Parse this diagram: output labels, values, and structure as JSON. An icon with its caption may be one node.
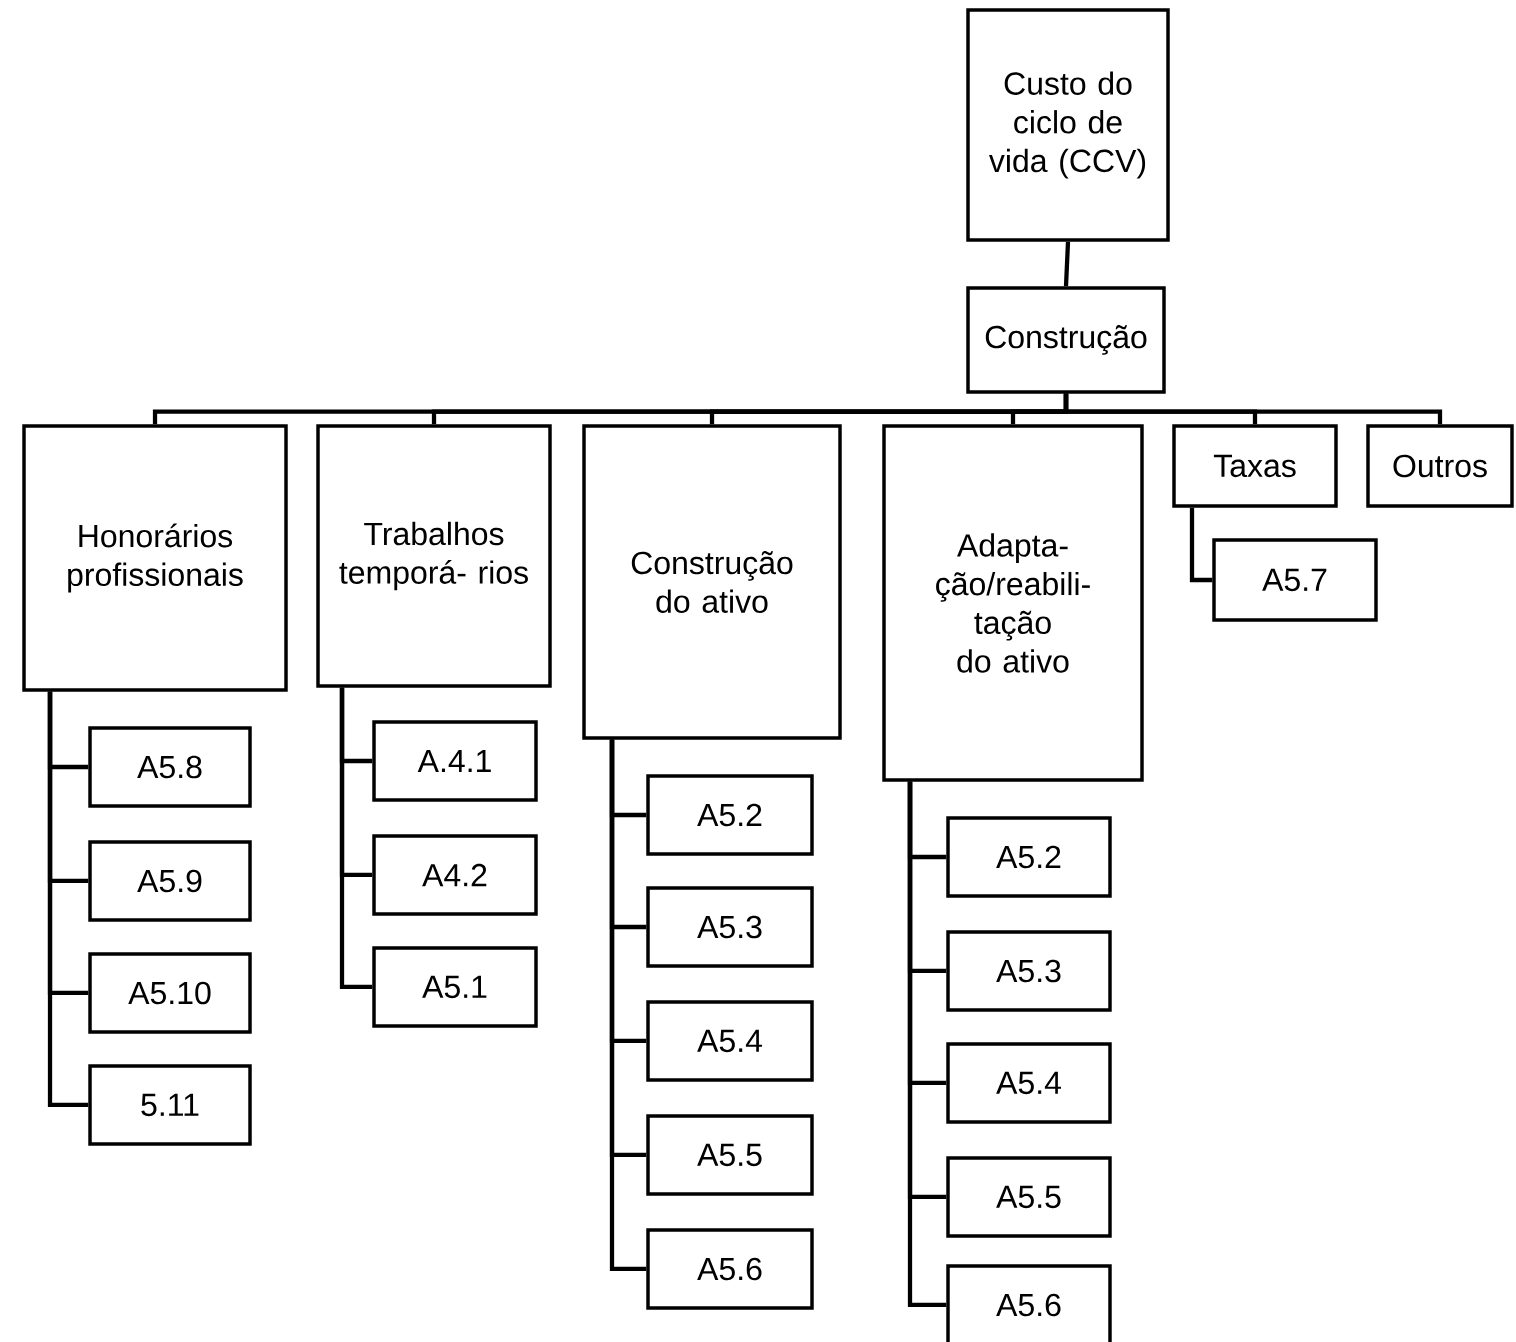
{
  "diagram": {
    "nodes": [
      {
        "text": [
          "Custo do ciclo de vida (CCV)"
        ]
      },
      {
        "text": [
          "Construção"
        ]
      },
      {
        "text": [
          "Honorários profissionais"
        ]
      },
      {
        "text": [
          "Trabalhos temporá- rios"
        ]
      },
      {
        "text": [
          "Construção do ativo"
        ]
      },
      {
        "text": [
          "Adapta- ção/reabili- tação do ativo"
        ]
      },
      {
        "text": [
          "Taxas"
        ]
      },
      {
        "text": [
          "Outros"
        ]
      },
      {
        "text": [
          "A5.8"
        ]
      },
      {
        "text": [
          "A5.9"
        ]
      },
      {
        "text": [
          "A5.10"
        ]
      },
      {
        "text": [
          "5.11"
        ]
      },
      {
        "text": [
          "A.4.1"
        ]
      },
      {
        "text": [
          "A4.2"
        ]
      },
      {
        "text": [
          "A5.1"
        ]
      },
      {
        "text": [
          "A5.2"
        ]
      },
      {
        "text": [
          "A5.3"
        ]
      },
      {
        "text": [
          "A5.4"
        ]
      },
      {
        "text": [
          "A5.5"
        ]
      },
      {
        "text": [
          "A5.6"
        ]
      },
      {
        "text": [
          "A5.2"
        ]
      },
      {
        "text": [
          "A5.3"
        ]
      },
      {
        "text": [
          "A5.4"
        ]
      },
      {
        "text": [
          "A5.5"
        ]
      },
      {
        "text": [
          "A5.6"
        ]
      },
      {
        "text": [
          "A5.7"
        ]
      }
    ],
    "edges": [
      {
        "from": 0,
        "to": 1,
        "arrow": "none"
      },
      {
        "from": 1,
        "to": 2,
        "arrow": "none"
      },
      {
        "from": 1,
        "to": 3,
        "arrow": "none"
      },
      {
        "from": 1,
        "to": 4,
        "arrow": "none"
      },
      {
        "from": 1,
        "to": 5,
        "arrow": "none"
      },
      {
        "from": 1,
        "to": 6,
        "arrow": "none"
      },
      {
        "from": 1,
        "to": 7,
        "arrow": "none"
      },
      {
        "from": 2,
        "to": 8,
        "arrow": "none"
      },
      {
        "from": 2,
        "to": 9,
        "arrow": "none"
      },
      {
        "from": 2,
        "to": 10,
        "arrow": "none"
      },
      {
        "from": 2,
        "to": 11,
        "arrow": "none"
      },
      {
        "from": 3,
        "to": 12,
        "arrow": "none"
      },
      {
        "from": 3,
        "to": 13,
        "arrow": "none"
      },
      {
        "from": 3,
        "to": 14,
        "arrow": "none"
      },
      {
        "from": 4,
        "to": 15,
        "arrow": "none"
      },
      {
        "from": 4,
        "to": 16,
        "arrow": "none"
      },
      {
        "from": 4,
        "to": 17,
        "arrow": "none"
      },
      {
        "from": 4,
        "to": 18,
        "arrow": "none"
      },
      {
        "from": 4,
        "to": 19,
        "arrow": "none"
      },
      {
        "from": 5,
        "to": 20,
        "arrow": "none"
      },
      {
        "from": 5,
        "to": 21,
        "arrow": "none"
      },
      {
        "from": 5,
        "to": 22,
        "arrow": "none"
      },
      {
        "from": 5,
        "to": 23,
        "arrow": "none"
      },
      {
        "from": 5,
        "to": 24,
        "arrow": "none"
      },
      {
        "from": 6,
        "to": 25,
        "arrow": "none"
      }
    ]
  }
}
